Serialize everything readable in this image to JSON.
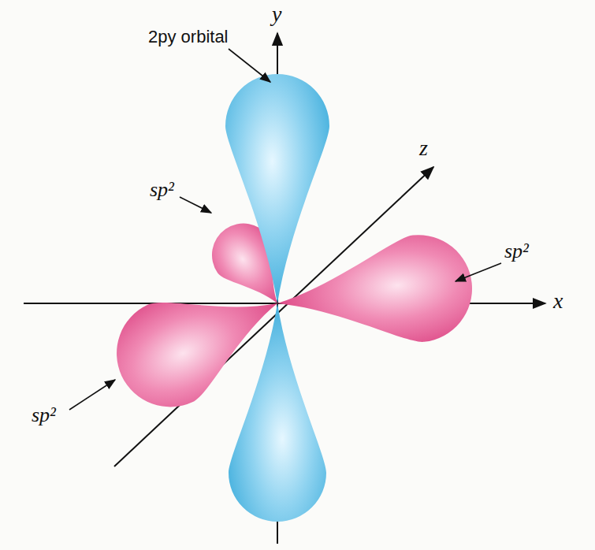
{
  "diagram": {
    "labels": [
      "y",
      "2py orbital",
      "z",
      "sp²",
      "sp²",
      "x",
      "sp²"
    ]
  }
}
